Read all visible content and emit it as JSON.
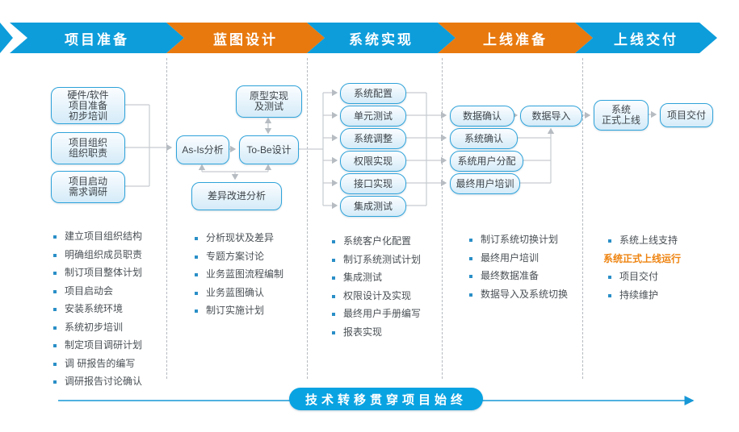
{
  "colors": {
    "phase_blue": "#0d9ddb",
    "phase_orange": "#e8790f",
    "box_border": "#2fa3da",
    "highlight_orange": "#ee8411",
    "footer_blue": "#09a3e2"
  },
  "banner": {
    "phases": [
      {
        "label": "项目准备",
        "color": "#0d9ddb"
      },
      {
        "label": "蓝图设计",
        "color": "#e8790f"
      },
      {
        "label": "系统实现",
        "color": "#0d9ddb"
      },
      {
        "label": "上线准备",
        "color": "#e8790f"
      },
      {
        "label": "上线交付",
        "color": "#0d9ddb"
      }
    ]
  },
  "columns": [
    {
      "boxes": [
        "硬件/软件\n项目准备\n初步培训",
        "项目组织\n组织职责",
        "项目启动\n需求调研"
      ],
      "bullets": [
        "建立项目组织结构",
        "明确组织成员职责",
        "制订项目整体计划",
        "项目启动会",
        "安装系统环境",
        "系统初步培训",
        "制定项目调研计划",
        "调 研报告的编写",
        "调研报告讨论确认"
      ]
    },
    {
      "boxes": [
        "原型实现\n及测试",
        "As-Is分析",
        "To-Be设计",
        "差异改进分析"
      ],
      "bullets": [
        "分析现状及差异",
        "专题方案讨论",
        "业务蓝图流程编制",
        "业务蓝图确认",
        "制订实施计划"
      ]
    },
    {
      "boxes": [
        "系统配置",
        "单元测试",
        "系统调整",
        "权限实现",
        "接口实现",
        "集成测试"
      ],
      "bullets": [
        "系统客户化配置",
        "制订系统测试计划",
        "集成测试",
        "权限设计及实现",
        "最终用户手册编写",
        "报表实现"
      ]
    },
    {
      "boxes": [
        "数据确认",
        "数据导入",
        "系统确认",
        "系统用户分配",
        "最终用户培训"
      ],
      "bullets": [
        "制订系统切换计划",
        "最终用户培训",
        "最终数据准备",
        "数据导入及系统切换"
      ]
    },
    {
      "boxes": [
        "系统\n正式上线",
        "项目交付"
      ],
      "bullets": [
        "系统上线支持",
        "项目交付",
        "持续维护"
      ],
      "highlight": "系统正式上线运行"
    }
  ],
  "footer": {
    "label": "技术转移贯穿项目始终"
  }
}
